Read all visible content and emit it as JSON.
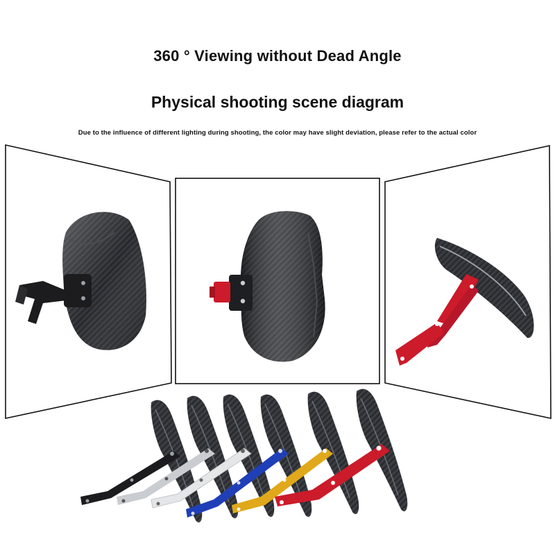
{
  "header": {
    "title": "360 ° Viewing without Dead Angle",
    "subtitle": "Physical shooting scene diagram",
    "note": "Due to the influence of different lighting during shooting, the color may have slight deviation, please refer to the actual color"
  },
  "colors": {
    "carbon": "#2a2c30",
    "bracket_black": "#1c1c1e",
    "bracket_silver": "#c9ccd0",
    "bracket_white": "#e4e6e8",
    "bracket_blue": "#1f3fb8",
    "bracket_gold": "#e0a81a",
    "bracket_red": "#cc1b2a"
  },
  "bracket_variants": [
    "black",
    "silver",
    "white",
    "blue",
    "gold",
    "red"
  ]
}
